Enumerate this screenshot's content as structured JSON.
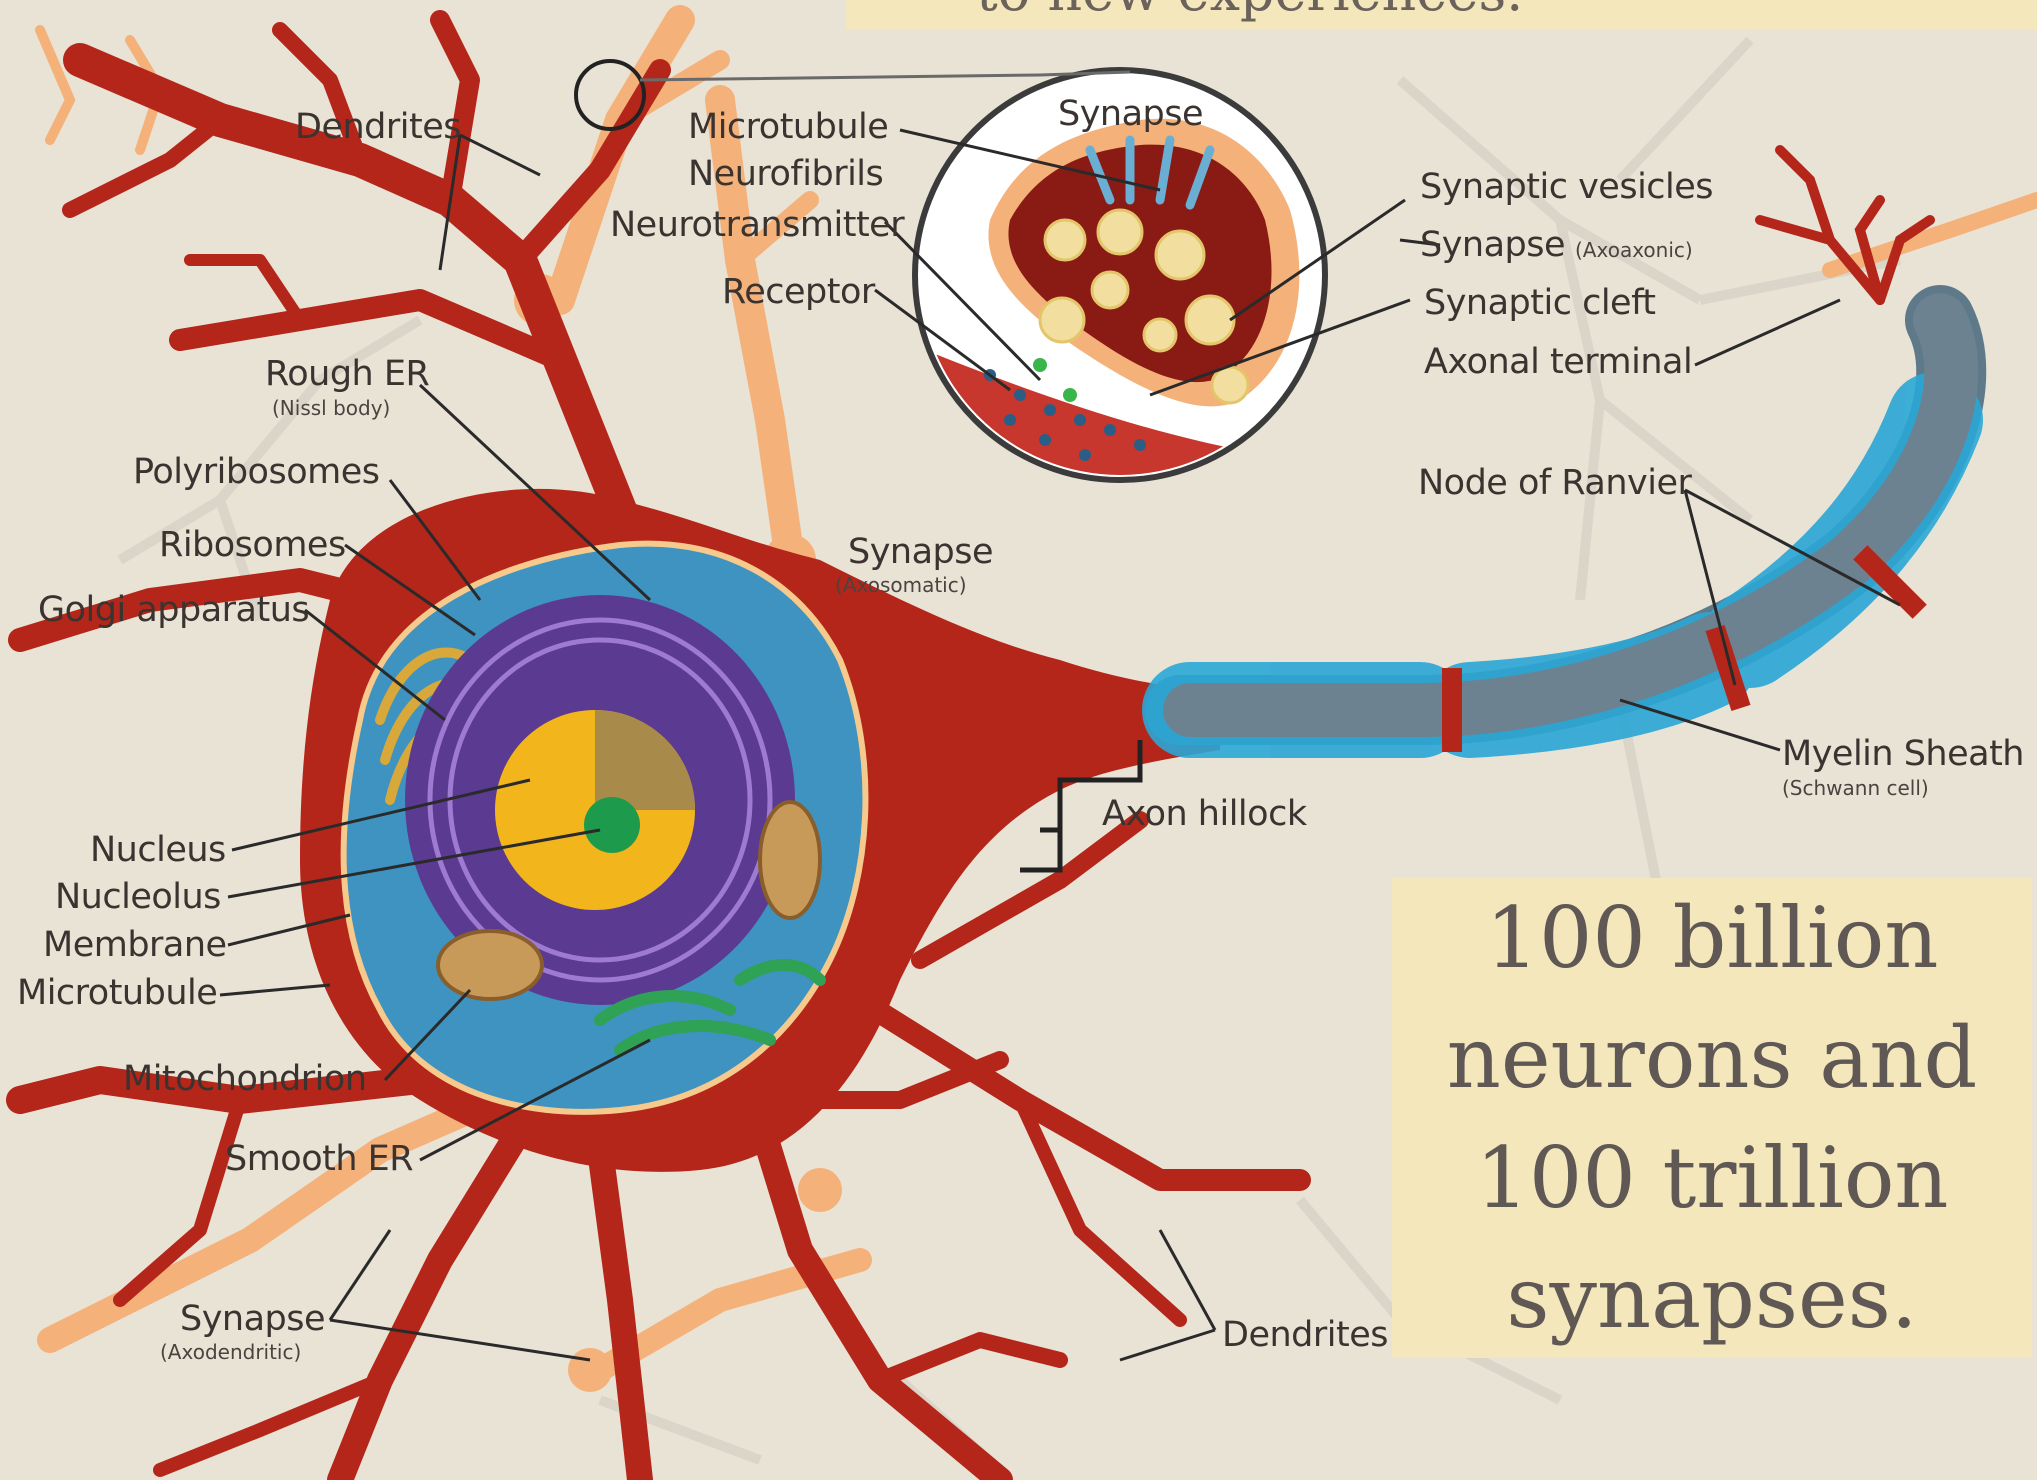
{
  "top_caption": "to new experiences.",
  "main_caption": [
    "100 billion",
    "neurons and",
    "100 trillion",
    "synapses."
  ],
  "labels": {
    "dendrites_top": "Dendrites",
    "microtubule_inset": "Microtubule",
    "neurofibrils": "Neurofibrils",
    "neurotransmitter": "Neurotransmitter",
    "receptor": "Receptor",
    "synapse_inset": "Synapse",
    "synaptic_vesicles": "Synaptic vesicles",
    "synapse_axoaxonic": "Synapse",
    "synapse_axoaxonic_sub": "(Axoaxonic)",
    "synaptic_cleft": "Synaptic cleft",
    "axonal_terminal": "Axonal terminal",
    "rough_er": "Rough ER",
    "rough_er_sub": "(Nissl body)",
    "polyribosomes": "Polyribosomes",
    "ribosomes": "Ribosomes",
    "golgi": "Golgi apparatus",
    "synapse_axosomatic": "Synapse",
    "synapse_axosomatic_sub": "(Axosomatic)",
    "node_of_ranvier": "Node of Ranvier",
    "myelin_sheath": "Myelin Sheath",
    "myelin_sheath_sub": "(Schwann cell)",
    "axon_hillock": "Axon hillock",
    "nucleus": "Nucleus",
    "nucleolus": "Nucleolus",
    "membrane": "Membrane",
    "microtubule": "Microtubule",
    "mitochondrion": "Mitochondrion",
    "smooth_er": "Smooth ER",
    "synapse_axodendritic": "Synapse",
    "synapse_axodendritic_sub": "(Axodendritic)",
    "dendrites_bottom": "Dendrites"
  },
  "colors": {
    "background": "#e9e3d6",
    "neuron_body": "#b5261a",
    "dendrite_light": "#f4b27a",
    "cytoplasm": "#3e93c0",
    "nucleus_ring": "#5b3a91",
    "nucleus_core": "#f2b51b",
    "nucleolus": "#1e9a4c",
    "myelin": "#2aa7d6",
    "axon": "#5e7a8a",
    "caption_box": "#f4e7bb",
    "caption_text": "#5f5855"
  }
}
